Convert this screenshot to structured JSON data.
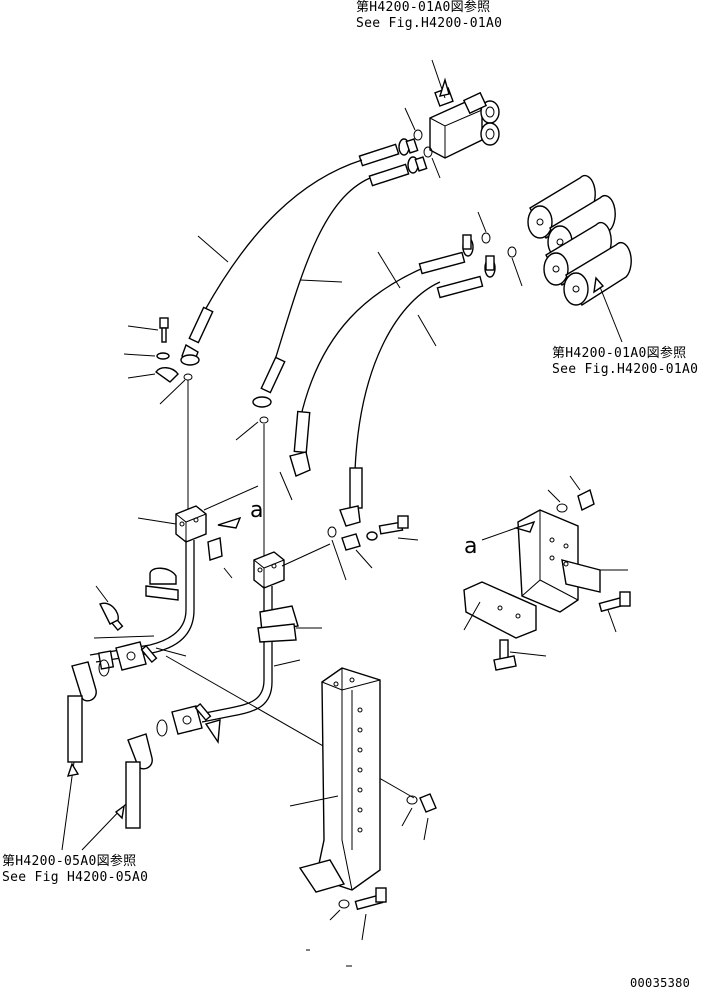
{
  "refs": {
    "top": {
      "jp": "第H4200-01A0図参照",
      "en": "See Fig.H4200-01A0"
    },
    "right": {
      "jp": "第H4200-01A0図参照",
      "en": "See Fig.H4200-01A0"
    },
    "bottom_left": {
      "jp": "第H4200-05A0図参照",
      "en": "See Fig H4200-05A0"
    }
  },
  "view_marks": {
    "upper": "a",
    "right": "a"
  },
  "drawing_number": "00035380"
}
